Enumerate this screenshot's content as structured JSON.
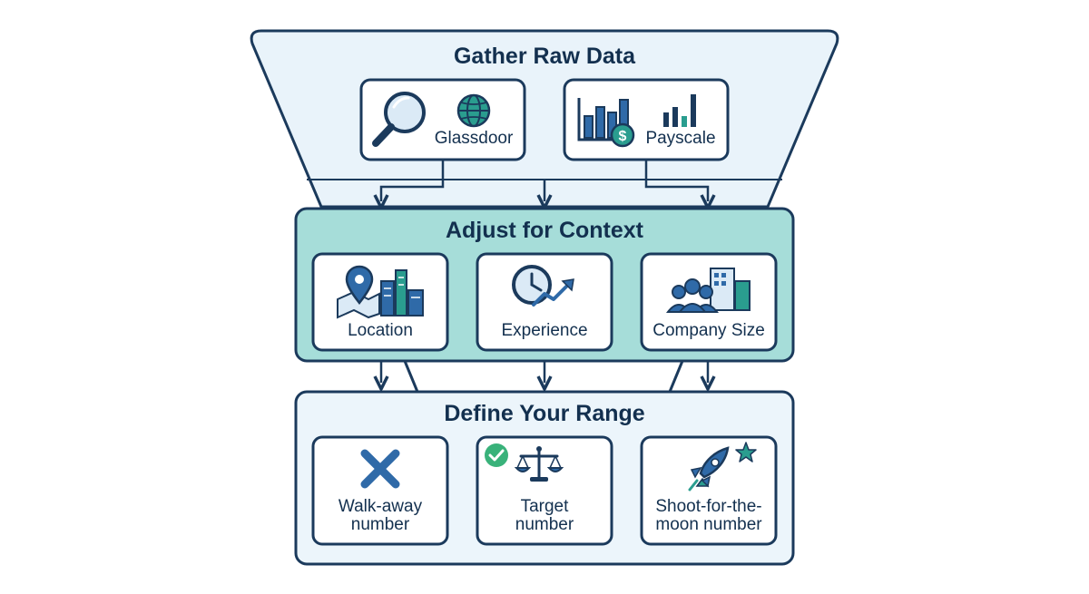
{
  "colors": {
    "outline": "#1b3a5c",
    "funnel_fill": "#e9f3fa",
    "context_fill": "#a6ddd9",
    "range_fill": "#ecf5fb",
    "card_fill": "#ffffff",
    "icon_blue": "#2f6aa8",
    "icon_teal": "#2a9d8f",
    "icon_green": "#39b27a",
    "text": "#13304f"
  },
  "sections": {
    "gather": {
      "title": "Gather Raw Data",
      "cards": [
        {
          "label": "Glassdoor",
          "icons": [
            "magnifier-icon",
            "globe-icon"
          ]
        },
        {
          "label": "Payscale",
          "icons": [
            "bar-chart-dollar-icon",
            "bar-chart-icon"
          ]
        }
      ]
    },
    "context": {
      "title": "Adjust for Context",
      "cards": [
        {
          "label": "Location",
          "icons": [
            "map-pin-city-icon"
          ]
        },
        {
          "label": "Experience",
          "icons": [
            "clock-trend-icon"
          ]
        },
        {
          "label": "Company Size",
          "icons": [
            "people-building-icon"
          ]
        }
      ]
    },
    "range": {
      "title": "Define Your Range",
      "cards": [
        {
          "label_line1": "Walk-away",
          "label_line2": "number",
          "icons": [
            "x-mark-icon"
          ]
        },
        {
          "label_line1": "Target",
          "label_line2": "number",
          "icons": [
            "balance-scale-icon",
            "check-badge-icon"
          ]
        },
        {
          "label_line1": "Shoot-for-the-",
          "label_line2": "moon number",
          "icons": [
            "rocket-icon",
            "star-icon"
          ]
        }
      ]
    }
  }
}
